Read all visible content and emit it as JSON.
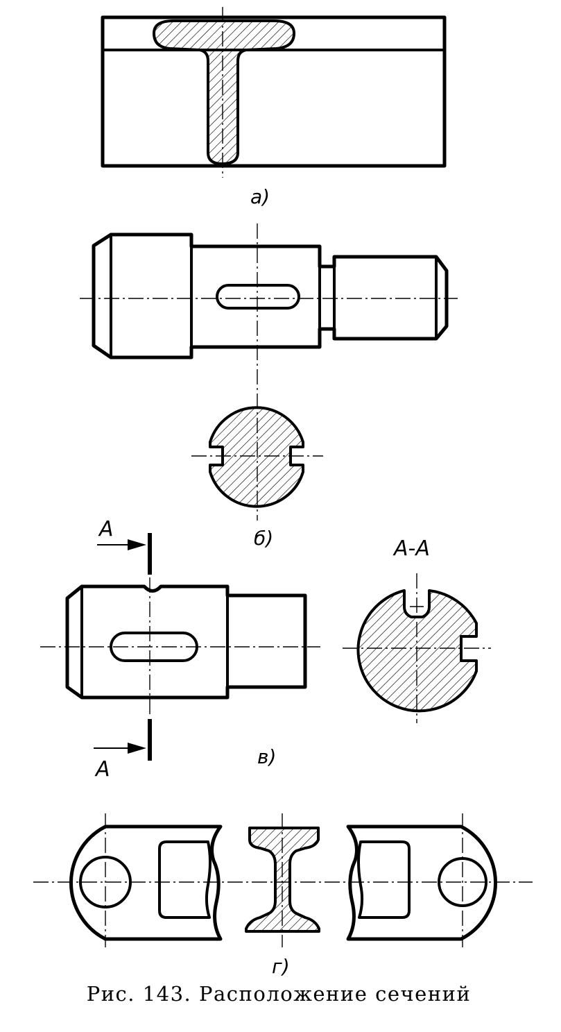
{
  "labels": {
    "a": "а)",
    "b": "б)",
    "v": "в)",
    "g": "г)"
  },
  "section_marks": {
    "top": "A",
    "bottom": "A",
    "section_title": "A-A"
  },
  "caption": "Рис. 143. Расположение сечений"
}
